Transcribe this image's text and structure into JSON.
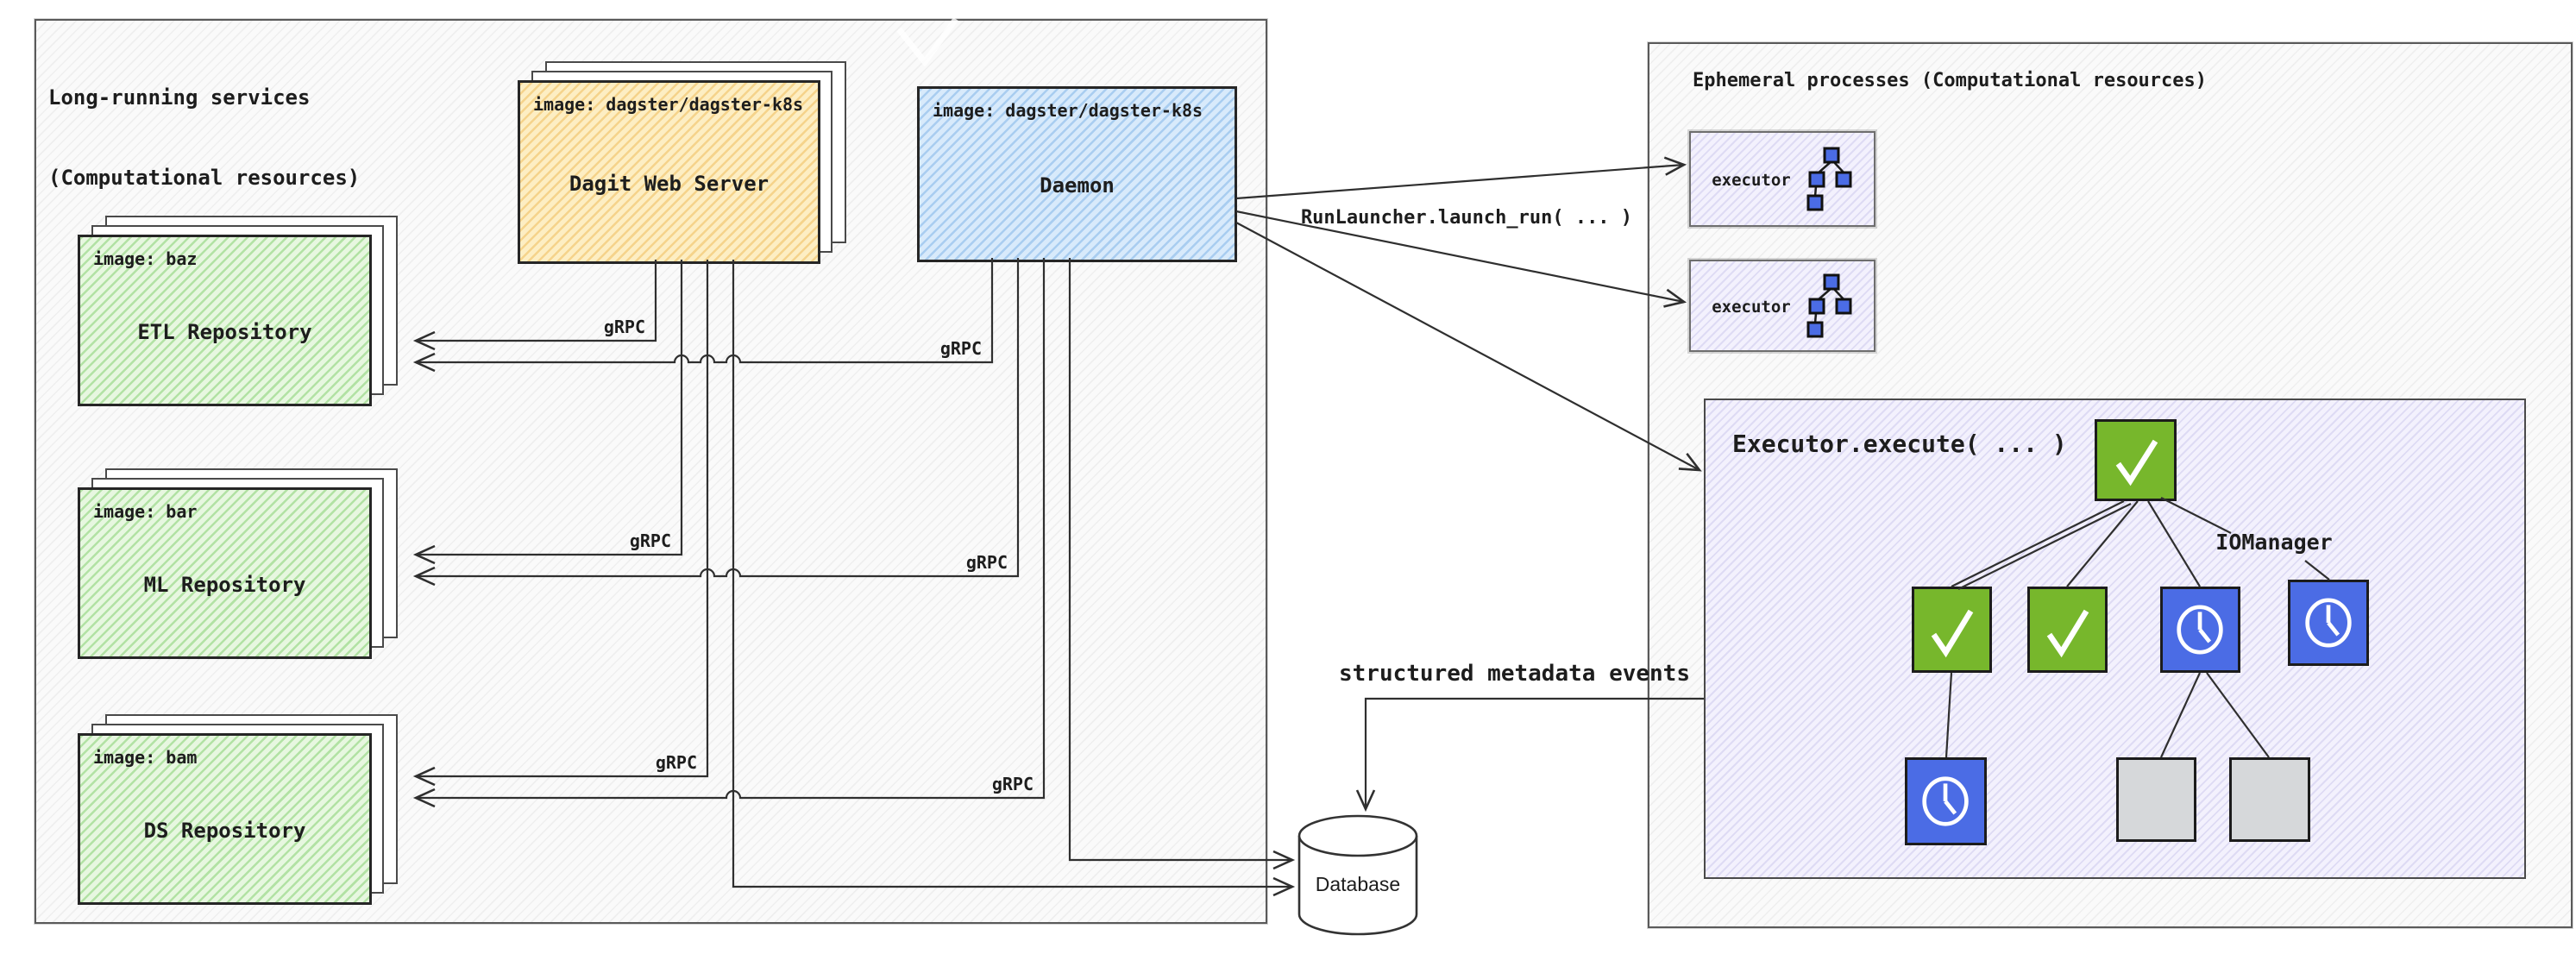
{
  "left_panel": {
    "title_line1": "Long-running services",
    "title_line2": "(Computational resources)",
    "dagit": {
      "image_label": "image: dagster/dagster-k8s",
      "name": "Dagit Web Server"
    },
    "daemon": {
      "image_label": "image: dagster/dagster-k8s",
      "name": "Daemon"
    },
    "repos": [
      {
        "image_label": "image: baz",
        "name": "ETL Repository"
      },
      {
        "image_label": "image: bar",
        "name": "ML Repository"
      },
      {
        "image_label": "image: bam",
        "name": "DS Repository"
      }
    ]
  },
  "right_panel": {
    "title": "Ephemeral processes (Computational resources)",
    "executor_1_label": "executor",
    "executor_2_label": "executor",
    "execute_box_label": "Executor.execute( ... )",
    "iomanager_label": "IOManager"
  },
  "connections": {
    "grpc_label": "gRPC",
    "run_launcher_label": "RunLauncher.launch_run( ... )",
    "metadata_label": "structured metadata events",
    "database_label": "Database"
  },
  "icons": {
    "executor_icon": "dag-graph-icon",
    "success_node_icon": "check-icon",
    "waiting_node_icon": "clock-icon",
    "skipped_node_icon": "blank-square-icon",
    "database_icon": "database-cylinder-icon"
  },
  "colors": {
    "node_green": "#77b72c",
    "node_blue": "#4b6ce5",
    "node_gray": "#d6d8da",
    "dagit_fill": "#fdeec3",
    "dagit_stripe": "#f5d38b",
    "daemon_fill": "#d8eafb",
    "daemon_stripe": "#a9cdf0",
    "repo_fill": "#e7f7e0",
    "repo_stripe": "#b2e2a4",
    "lavender_fill": "#f3f1fd",
    "lavender_stripe": "#dedbf4",
    "ink": "#1d1d1d",
    "line": "#2f2f2f"
  }
}
